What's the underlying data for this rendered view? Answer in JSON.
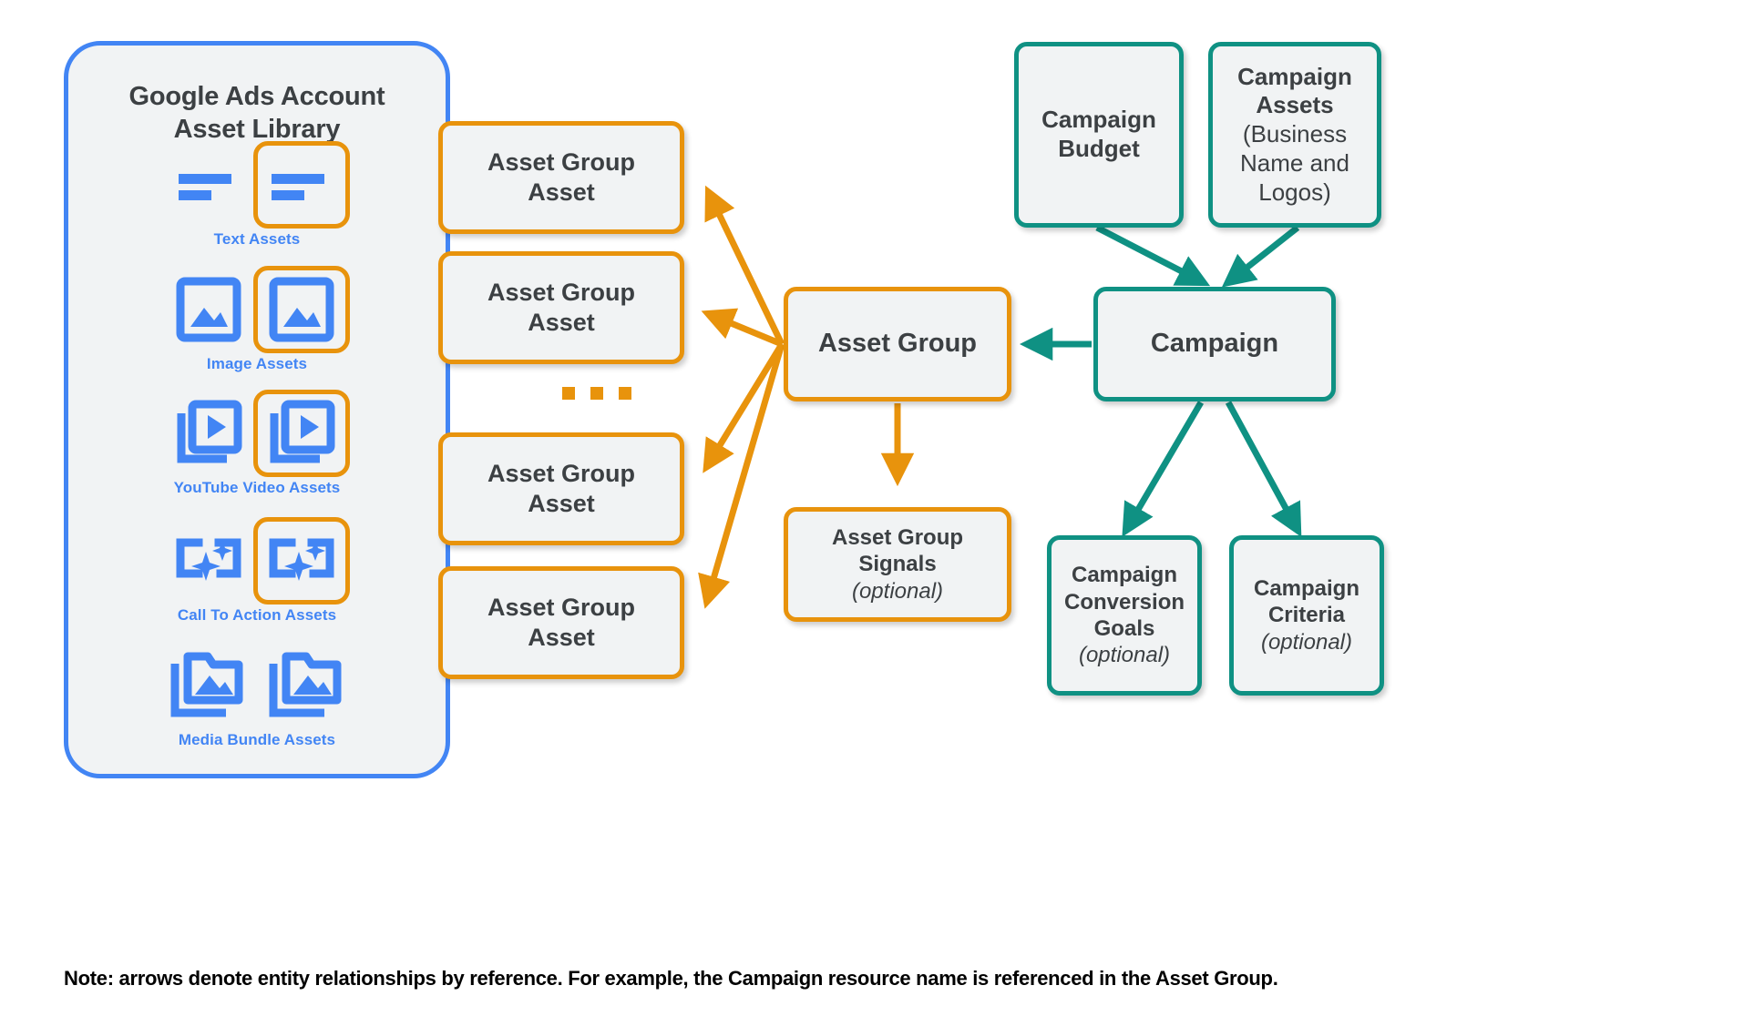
{
  "library": {
    "title_line1": "Google Ads Account",
    "title_line2": "Asset Library",
    "rows": [
      {
        "caption": "Text Assets",
        "icon": "text-lines-icon",
        "highlighted": true
      },
      {
        "caption": "Image Assets",
        "icon": "image-frame-icon",
        "highlighted": true
      },
      {
        "caption": "YouTube Video  Assets",
        "icon": "video-play-icon",
        "highlighted": true
      },
      {
        "caption": "Call To Action Assets",
        "icon": "cta-sparkle-icon",
        "highlighted": true
      },
      {
        "caption": "Media Bundle  Assets",
        "icon": "media-folder-icon",
        "highlighted": false
      }
    ]
  },
  "asset_group_assets": [
    {
      "line1": "Asset Group",
      "line2": "Asset"
    },
    {
      "line1": "Asset Group",
      "line2": "Asset"
    },
    {
      "line1": "Asset Group",
      "line2": "Asset"
    },
    {
      "line1": "Asset Group",
      "line2": "Asset"
    }
  ],
  "ellipsis_label": "...",
  "nodes": {
    "asset_group": {
      "label": "Asset Group"
    },
    "asset_group_signals": {
      "line1": "Asset Group",
      "line2": "Signals",
      "optional": "(optional)"
    },
    "campaign": {
      "label": "Campaign"
    },
    "campaign_budget": {
      "line1": "Campaign",
      "line2": "Budget"
    },
    "campaign_assets": {
      "line1": "Campaign",
      "line2": "Assets",
      "sub1": "(Business",
      "sub2": "Name and",
      "sub3": "Logos)"
    },
    "campaign_conversion_goals": {
      "line1": "Campaign",
      "line2": "Conversion",
      "line3": "Goals",
      "optional": "(optional)"
    },
    "campaign_criteria": {
      "line1": "Campaign",
      "line2": "Criteria",
      "optional": "(optional)"
    }
  },
  "footer": {
    "note": "Note: arrows denote entity relationships by reference. For example, the Campaign resource name is referenced in the Asset Group."
  },
  "colors": {
    "orange": "#e8930c",
    "teal": "#0f9183",
    "blue": "#4285f4",
    "box_fill": "#f1f3f4",
    "text": "#3c4043"
  }
}
